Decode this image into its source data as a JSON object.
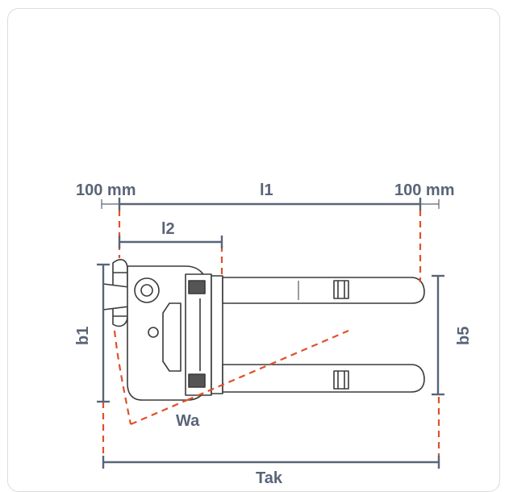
{
  "colors": {
    "dimension": "#5a6478",
    "dashed": "#e0502a",
    "outline": "#3a3a3a",
    "body_fill": "#ffffff",
    "card_border": "#dcdcdc"
  },
  "labels": {
    "left_offset": "100 mm",
    "l1": "l1",
    "right_offset": "100 mm",
    "l2": "l2",
    "b1": "b1",
    "b5": "b5",
    "wa": "Wa",
    "tak": "Tak"
  }
}
